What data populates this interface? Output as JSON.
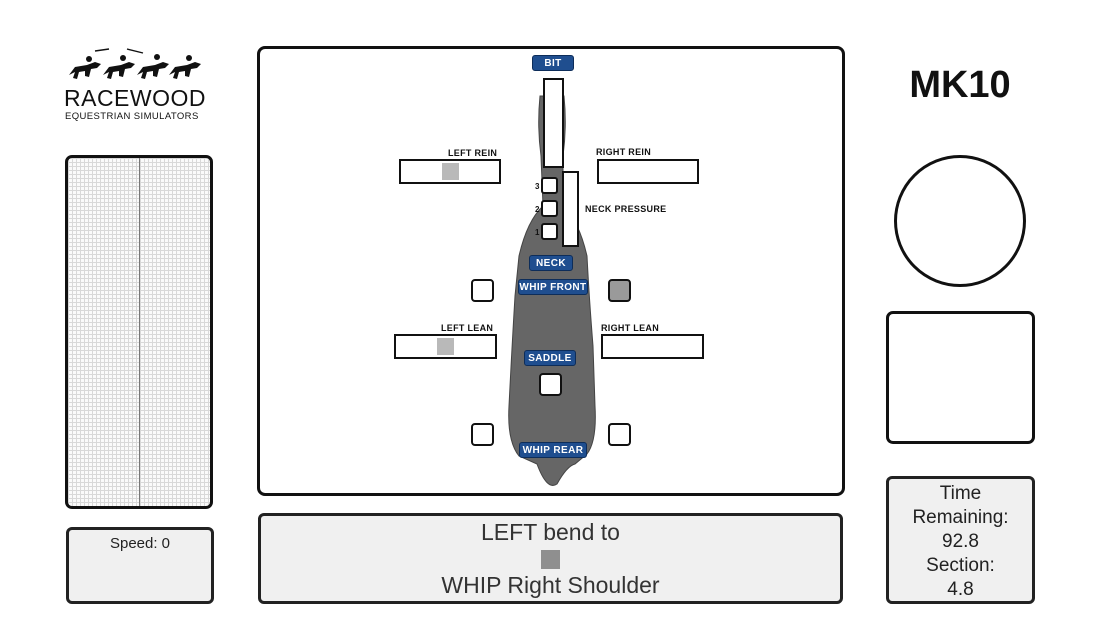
{
  "brand": {
    "name": "RACEWOOD",
    "tagline": "EQUESTRIAN SIMULATORS",
    "logo_icon": "horse-riders-silhouette-icon"
  },
  "model": "MK10",
  "horse_panel": {
    "bit": "BIT",
    "left_rein": "LEFT REIN",
    "right_rein": "RIGHT REIN",
    "neck_pressure": "NECK PRESSURE",
    "pressure_levels": [
      "3",
      "2",
      "1"
    ],
    "neck": "NECK",
    "whip_front": "WHIP FRONT",
    "left_lean": "LEFT LEAN",
    "right_lean": "RIGHT LEAN",
    "saddle": "SADDLE",
    "whip_rear": "WHIP REAR"
  },
  "speed": {
    "label": "Speed: 0"
  },
  "message": {
    "line1": "LEFT bend to",
    "line2": "WHIP Right Shoulder"
  },
  "timer": {
    "time_label": "Time Remaining:",
    "time_value": "92.8",
    "section_label": "Section:",
    "section_value": "4.8"
  }
}
